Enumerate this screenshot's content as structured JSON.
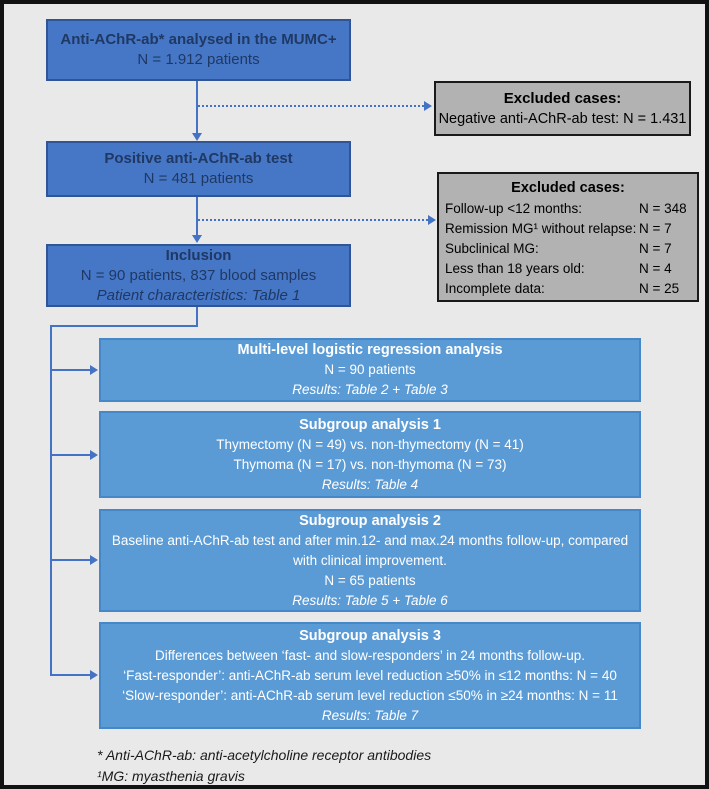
{
  "palette": {
    "page_bg": "#e9e9e9",
    "frame": "#121212",
    "primary_box_fill": "#4677c6",
    "primary_box_border": "#2f5597",
    "primary_box_text": "#1f3864",
    "analysis_box_fill": "#5b9bd5",
    "analysis_box_border": "#4688c7",
    "analysis_box_text": "#ffffff",
    "excluded_box_fill": "#b2b2b2",
    "excluded_box_border": "#1a1a1a",
    "arrow": "#4472c4"
  },
  "flow": {
    "analysed": {
      "title": "Anti-AChR-ab* analysed in the MUMC+",
      "n": "N = 1.912 patients"
    },
    "excluded1": {
      "title": "Excluded cases:",
      "line": "Negative anti-AChR-ab test: N = 1.431"
    },
    "positive": {
      "title": "Positive anti-AChR-ab test",
      "n": "N = 481 patients"
    },
    "excluded2": {
      "title": "Excluded cases:",
      "rows": [
        {
          "label": "Follow-up <12 months:",
          "value": "N = 348"
        },
        {
          "label": "Remission MG¹ without relapse:",
          "value": "N = 7"
        },
        {
          "label": "Subclinical MG:",
          "value": "N = 7"
        },
        {
          "label": "Less than 18 years old:",
          "value": "N = 4"
        },
        {
          "label": "Incomplete data:",
          "value": "N = 25"
        }
      ]
    },
    "inclusion": {
      "title": "Inclusion",
      "n": "N = 90 patients, 837 blood samples",
      "note": "Patient characteristics: Table 1"
    },
    "analysis1": {
      "title": "Multi-level logistic regression analysis",
      "l1": "N = 90 patients",
      "results": "Results: Table 2 + Table 3"
    },
    "analysis2": {
      "title": "Subgroup analysis 1",
      "l1": "Thymectomy (N = 49) vs. non-thymectomy (N = 41)",
      "l2": "Thymoma (N = 17) vs. non-thymoma (N = 73)",
      "results": "Results: Table 4"
    },
    "analysis3": {
      "title": "Subgroup analysis 2",
      "l1": "Baseline anti-AChR-ab test and after min.12- and max.24 months follow-up, compared",
      "l2": "with clinical improvement.",
      "l3": "N = 65 patients",
      "results": "Results: Table 5 + Table 6"
    },
    "analysis4": {
      "title": "Subgroup analysis 3",
      "l1": "Differences between ‘fast- and slow-responders’ in 24 months follow-up.",
      "l2": "‘Fast-responder’: anti-AChR-ab serum level reduction ≥50% in ≤12 months: N = 40",
      "l3": "‘Slow-responder’: anti-AChR-ab serum level reduction ≤50% in ≥24 months: N = 11",
      "results": "Results: Table 7"
    }
  },
  "footnotes": {
    "line1": "* Anti-AChR-ab: anti-acetylcholine receptor antibodies",
    "line2": "¹MG: myasthenia gravis"
  }
}
